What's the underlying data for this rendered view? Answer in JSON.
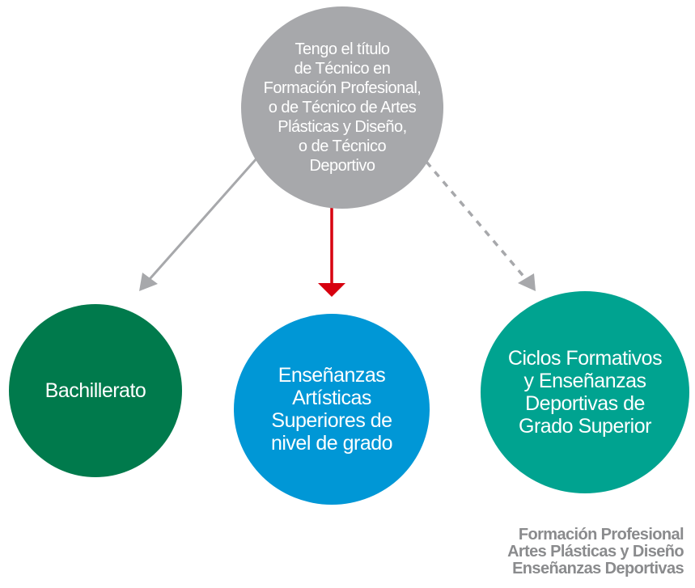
{
  "top_node": {
    "label": "Tengo el título\nde Técnico en\nFormación Profesional,\no de Técnico de Artes\nPlásticas y Diseño,\no de Técnico\nDeportivo",
    "color": "#a7a8ab"
  },
  "nodes": [
    {
      "label": "Bachillerato",
      "color": "#007a4c",
      "arrow": "solid-grey"
    },
    {
      "label": "Enseñanzas\nArtísticas\nSuperiores de\nnivel de grado",
      "color": "#0097d6",
      "arrow": "solid-red"
    },
    {
      "label": "Ciclos Formativos\ny Enseñanzas\nDeportivas de\nGrado Superior",
      "color": "#00a390",
      "arrow": "dashed-grey"
    }
  ],
  "legend": [
    "Formación Profesional",
    "Artes Plásticas y Diseño",
    "Enseñanzas Deportivas"
  ]
}
